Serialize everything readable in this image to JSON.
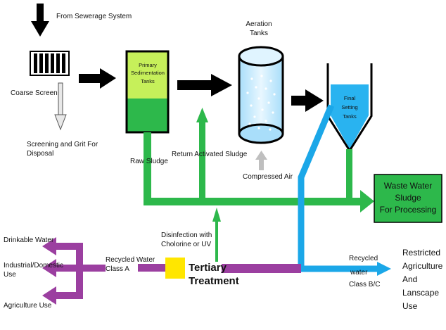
{
  "labels": {
    "sewerage_source": "From Sewerage System",
    "coarse_screens": "Coarse Screens",
    "screening_grit_line1": "Screening and Grit For",
    "screening_grit_line2": "Disposal",
    "primary_line1": "Primary",
    "primary_line2": "Sedimentation",
    "primary_line3": "Tanks",
    "raw_sludge": "Raw Sludge",
    "return_sludge": "Return Activated Sludge",
    "aeration_line1": "Aeration",
    "aeration_line2": "Tanks",
    "compressed_air": "Compressed Air",
    "final_line1": "Final",
    "final_line2": "Setting",
    "final_line3": "Tanks",
    "waste_line1": "Waste Water",
    "waste_line2": "Sludge",
    "waste_line3": "For Processing",
    "disinfection_line1": "Disinfection with",
    "disinfection_line2": "Cholorine or UV",
    "tertiary_line1": "Tertiary",
    "tertiary_line2": "Treatment",
    "recycled_a_line1": "Recycled Water",
    "recycled_a_line2": "Class A",
    "drinkable": "Drinkable Water",
    "industrial_line1": "Industrial/Domestic",
    "industrial_line2": "Use",
    "agriculture": "Agriculture Use",
    "recycled_bc_line1": "Recycled",
    "recycled_bc_line2": "water",
    "recycled_bc_line3": "Class B/C",
    "restricted_line1": "Restricted",
    "restricted_line2": "Agriculture",
    "restricted_line3": "And",
    "restricted_line4": "Lanscape",
    "restricted_line5": "Use"
  },
  "colors": {
    "green_pipe": "#2db84b",
    "purple_pipe": "#9b3fa0",
    "blue_pipe": "#1ba7e8",
    "tank_green": "#2db84b",
    "tank_lime": "#c6f05a",
    "water_blue": "#29b3f0",
    "disinfection_yellow": "#ffe600",
    "grey_arrow": "#bfbfbf",
    "black": "#000000"
  },
  "icons": [
    "down-arrow-icon",
    "screen-grate-icon",
    "right-arrow-icon",
    "cylinder-tank-icon"
  ]
}
